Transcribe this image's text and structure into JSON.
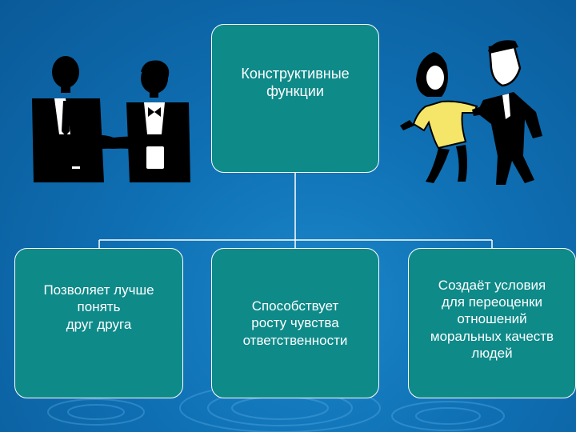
{
  "diagram": {
    "root": {
      "label": "Конструктивные\nфункции"
    },
    "children": [
      {
        "label": "Позволяет лучше\nпонять\nдруг друга"
      },
      {
        "label": "Способствует\nросту чувства\nответственности"
      },
      {
        "label": "Создаёт условия\nдля переоценки\nотношений\nморальных качеств\nлюдей"
      }
    ]
  },
  "colors": {
    "background": "#0f6fb3",
    "box_fill": "#0e8a89",
    "box_border": "#ffffff",
    "text": "#ffffff",
    "shirt_yellow": "#f5e66a"
  },
  "icons": {
    "left_clipart": "business-handshake-silhouette-icon",
    "right_clipart": "cartoon-couple-handshake-icon"
  }
}
